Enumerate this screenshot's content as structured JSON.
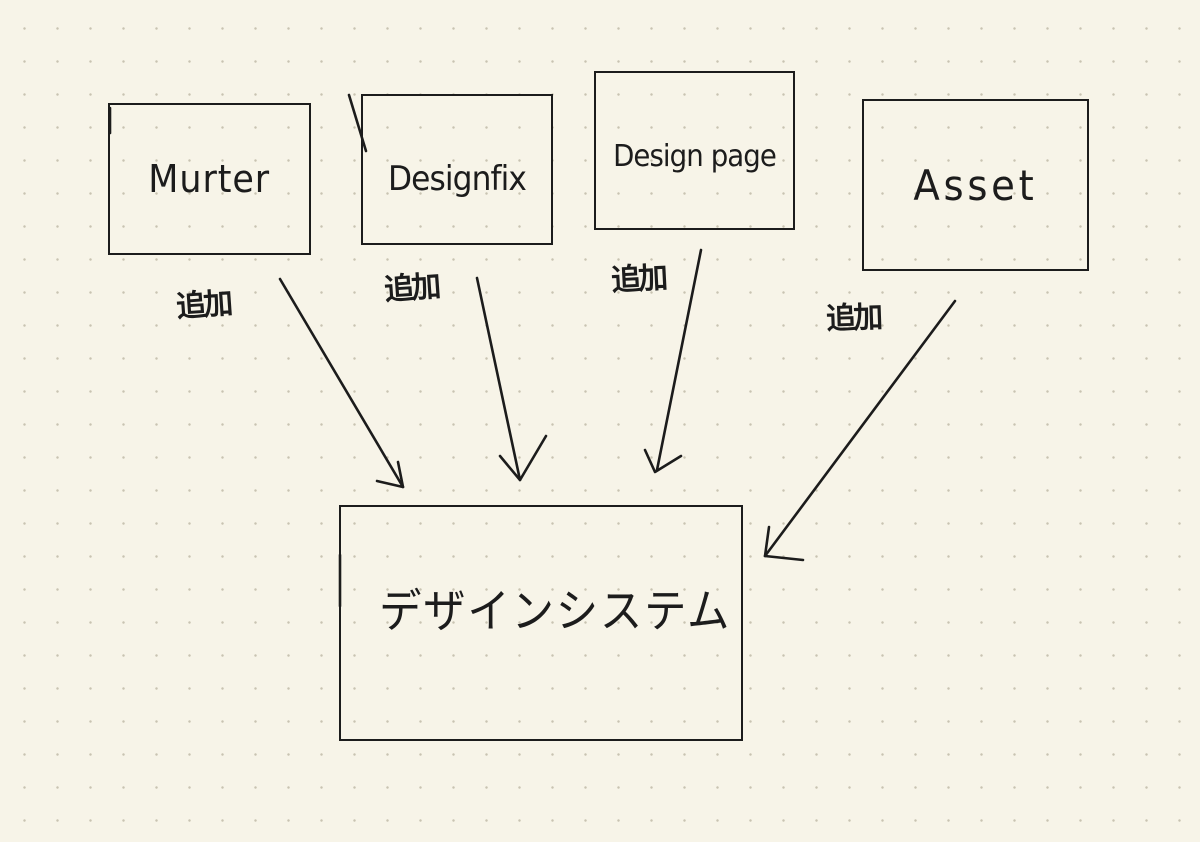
{
  "diagram": {
    "nodes": {
      "master": {
        "label": "Murter"
      },
      "designfix": {
        "label": "Designfix"
      },
      "designpage": {
        "label": "Design page"
      },
      "asset": {
        "label": "Asset"
      },
      "design_system": {
        "label": "デザインシステム"
      }
    },
    "edges": [
      {
        "from": "Murter",
        "to": "デザインシステム",
        "label": "追加"
      },
      {
        "from": "Designfix",
        "to": "デザインシステム",
        "label": "追加"
      },
      {
        "from": "Design page",
        "to": "デザインシステム",
        "label": "追加"
      },
      {
        "from": "Asset",
        "to": "デザインシステム",
        "label": "追加"
      }
    ]
  },
  "colors": {
    "paper": "#f7f4e8",
    "ink": "#1c1c1c",
    "dot_grid": "#c9c3b2"
  }
}
